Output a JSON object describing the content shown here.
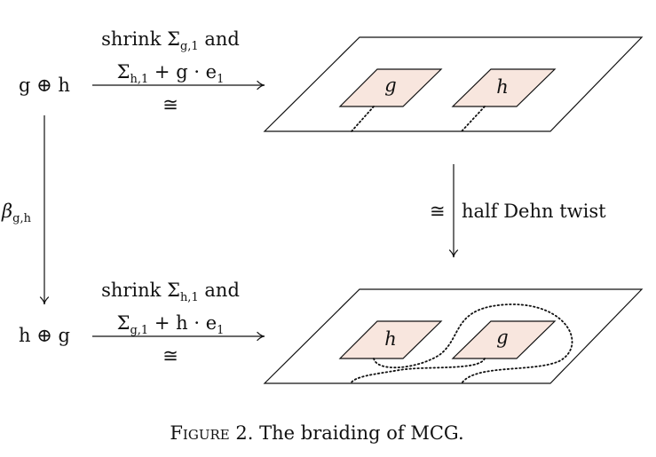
{
  "top_left": "g ⊕ h",
  "bottom_left": "h ⊕ g",
  "top_arrow": {
    "line1": "shrink Σ",
    "sub1": "g,1",
    "line1b": "and",
    "line2": "Σ",
    "sub2": "h,1",
    "line2b": "+ g · e",
    "sub3": "1",
    "iso": "≅"
  },
  "bottom_arrow": {
    "line1": "shrink Σ",
    "sub1": "h,1",
    "line1b": "and",
    "line2": "Σ",
    "sub2": "g,1",
    "line2b": "+ h · e",
    "sub3": "1",
    "iso": "≅"
  },
  "left_arrow": {
    "label": "β",
    "sub": "g,h"
  },
  "right_arrow": {
    "iso": "≅",
    "label": "half Dehn twist"
  },
  "top_surface": {
    "left": "g",
    "right": "h"
  },
  "bottom_surface": {
    "left": "h",
    "right": "g"
  },
  "caption": {
    "prefix": "Figure 2.",
    "text": "The braiding of MCG."
  },
  "colors": {
    "patch": "#f8e6de"
  }
}
